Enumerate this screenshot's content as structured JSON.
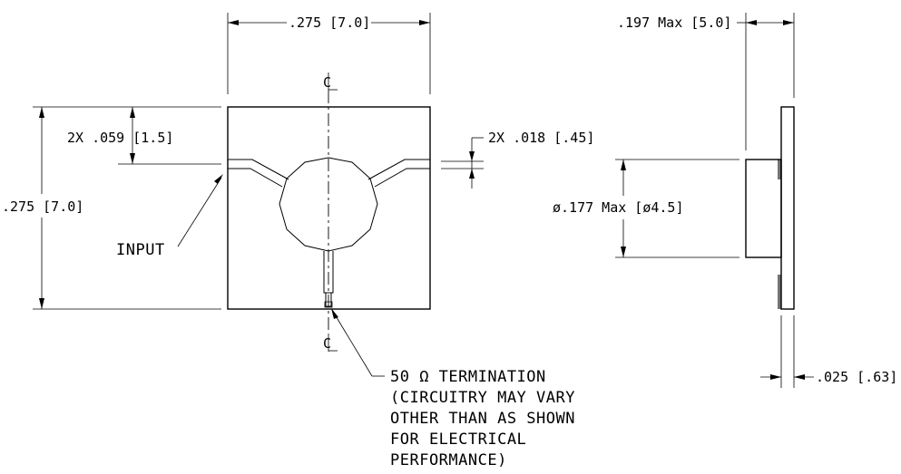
{
  "dimensions": {
    "top_width": ".275 [7.0]",
    "left_height": ".275 [7.0]",
    "offset": "2X .059 [1.5]",
    "line_width": "2X .018 [.45]",
    "side_max_thickness": ".197 Max [5.0]",
    "side_diameter": "ø.177 Max [ø4.5]",
    "side_base_thickness": ".025 [.63]"
  },
  "centerline_symbol": "CL",
  "labels": {
    "input": "INPUT",
    "termination_lines": [
      "50 Ω TERMINATION",
      "(CIRCUITRY MAY VARY",
      "OTHER THAN AS SHOWN",
      "FOR ELECTRICAL",
      "PERFORMANCE)"
    ]
  },
  "colors": {
    "ink": "#000000",
    "paper": "#ffffff"
  }
}
